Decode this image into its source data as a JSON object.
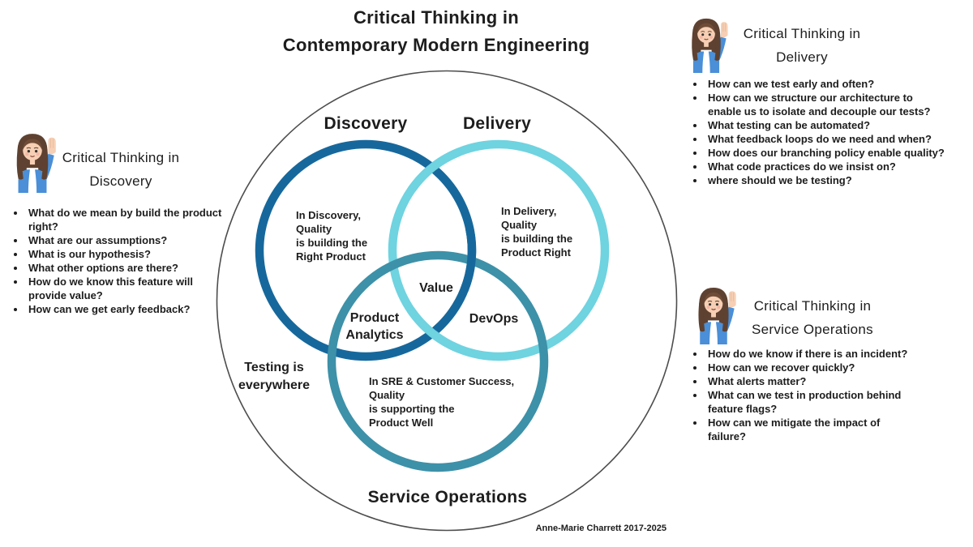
{
  "title": "Critical Thinking in\nContemporary Modern Engineering",
  "credit": "Anne-Marie Charrett 2017-2025",
  "colors": {
    "discovery": "#16689C",
    "delivery": "#6FD3E0",
    "service_operations": "#3D91A8",
    "outer_circle": "#4D4D4D"
  },
  "icons": {
    "avatar": "woman-raising-hand"
  },
  "venn": {
    "discovery_label": "Discovery",
    "delivery_label": "Delivery",
    "service_operations_label": "Service Operations",
    "discovery_note": "In Discovery,\nQuality\nis building the\nRight Product",
    "delivery_note": "In Delivery,\nQuality\nis building the\nProduct Right",
    "service_operations_note": "In SRE & Customer Success,\nQuality\nis supporting the\nProduct Well",
    "center_label": "Value",
    "discovery_service_label": "Product\nAnalytics",
    "delivery_service_label": "DevOps",
    "outer_note": "Testing is\neverywhere"
  },
  "panels": {
    "discovery": {
      "title": "Critical Thinking in\nDiscovery",
      "bullets": [
        "What do we mean by build the product right?",
        "What are our assumptions?",
        "What is our hypothesis?",
        "What other options are there?",
        "How do we know this feature will provide value?",
        "How can we get early feedback?"
      ]
    },
    "delivery": {
      "title": "Critical Thinking in\nDelivery",
      "bullets": [
        "How can we test early and often?",
        "How can we structure our architecture to enable us to isolate and decouple our tests?",
        "What testing can be automated?",
        "What feedback loops do we need and when?",
        "How does our branching policy enable quality?",
        "What code practices do we insist on?",
        "where should we be testing?"
      ]
    },
    "service_operations": {
      "title": "Critical Thinking in\nService Operations",
      "bullets": [
        "How do we know if there is an incident?",
        "How can we recover quickly?",
        "What alerts matter?",
        "What can we test in production behind feature flags?",
        "How can we mitigate the impact of failure?"
      ]
    }
  }
}
